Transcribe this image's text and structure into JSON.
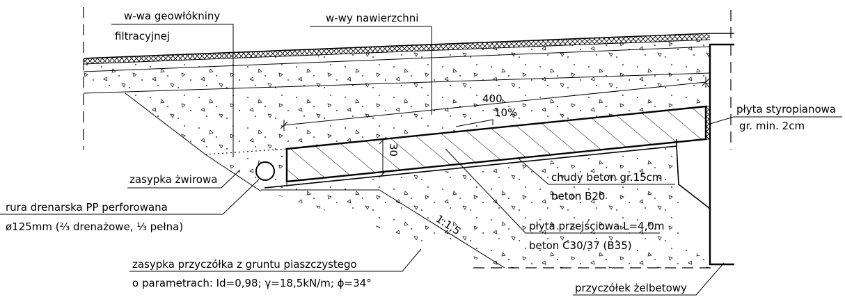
{
  "labels": {
    "geotextile_line1": "w-wa geowłókniny",
    "geotextile_line2": "filtracyjnej",
    "pavement": "w-wy nawierzchni",
    "dimension_400": "400",
    "slope_10": "10%",
    "thickness_30": "30",
    "styrofoam_line1": "płyta styropianowa",
    "styrofoam_line2": "gr. min. 2cm",
    "gravel_fill": "zasypka żwirowa",
    "drain_pipe_line1": "rura drenarska PP perforowana",
    "drain_pipe_line2": "ø125mm (⅔ drenażowe, ⅓ pełna)",
    "lean_concrete_line1": "chudy beton gr.15cm",
    "lean_concrete_line2": "beton B20",
    "slope_ratio": "1:1,5",
    "transition_slab_line1": "płyta przejściowa L=4,0m",
    "transition_slab_line2": "beton C30/37 (B35)",
    "backfill_line1": "zasypka przyczółka z gruntu piaszczystego",
    "backfill_line2": "o parametrach: Id=0,98; γ=18,5kN/m; ϕ=34°",
    "abutment": "przyczółek żelbetowy"
  }
}
